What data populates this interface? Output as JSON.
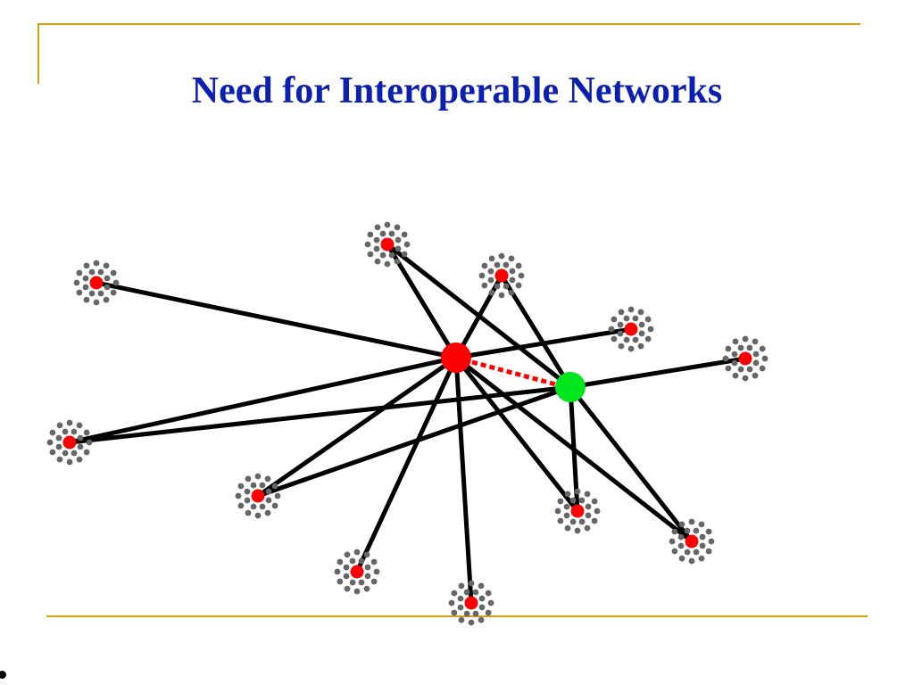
{
  "slide": {
    "title": "Need for Interoperable Networks"
  },
  "colors": {
    "title": "#0b1fb0",
    "rule": "#d4a017",
    "link": "#000000",
    "hub_primary": "#ff0000",
    "hub_secondary": "#00e61e",
    "hub_interlink": "#ff0000",
    "cluster_center": "#ff0000",
    "cluster_member": "#666666"
  },
  "diagram": {
    "hubs": [
      {
        "id": "red-hub",
        "color": "hub_primary"
      },
      {
        "id": "green-hub",
        "color": "hub_secondary"
      }
    ],
    "interlink": {
      "from": "red-hub",
      "to": "green-hub",
      "style": "dashed"
    },
    "clusters": [
      {
        "id": "c1"
      },
      {
        "id": "c2"
      },
      {
        "id": "c3"
      },
      {
        "id": "c4"
      },
      {
        "id": "c5"
      },
      {
        "id": "c6"
      },
      {
        "id": "c7"
      },
      {
        "id": "c8"
      },
      {
        "id": "c9"
      },
      {
        "id": "c10"
      },
      {
        "id": "c11"
      }
    ],
    "links": [
      {
        "from": "red-hub",
        "to": "c1"
      },
      {
        "from": "red-hub",
        "to": "c2"
      },
      {
        "from": "red-hub",
        "to": "c3"
      },
      {
        "from": "red-hub",
        "to": "c4"
      },
      {
        "from": "red-hub",
        "to": "c5"
      },
      {
        "from": "red-hub",
        "to": "c6"
      },
      {
        "from": "red-hub",
        "to": "c7"
      },
      {
        "from": "red-hub",
        "to": "c8"
      },
      {
        "from": "red-hub",
        "to": "c9"
      },
      {
        "from": "red-hub",
        "to": "c10"
      },
      {
        "from": "green-hub",
        "to": "c2"
      },
      {
        "from": "green-hub",
        "to": "c3"
      },
      {
        "from": "green-hub",
        "to": "c5"
      },
      {
        "from": "green-hub",
        "to": "c6"
      },
      {
        "from": "green-hub",
        "to": "c9"
      },
      {
        "from": "green-hub",
        "to": "c10"
      },
      {
        "from": "green-hub",
        "to": "c11"
      }
    ]
  }
}
